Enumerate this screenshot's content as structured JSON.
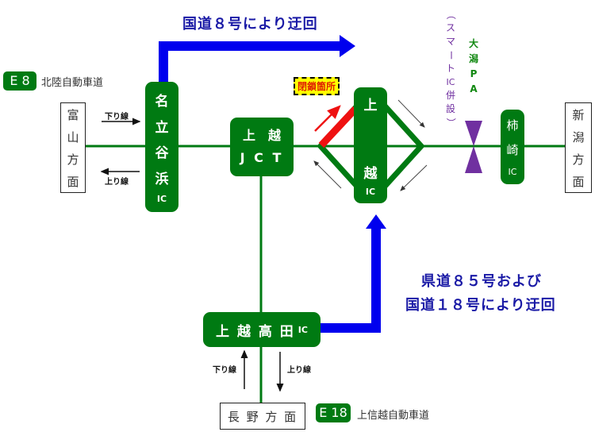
{
  "colors": {
    "road": "#007a12",
    "detour": "#0000ee",
    "closed_segment": "#ee1111",
    "pa_symbol": "#7030a0",
    "detour_text": "#1a1aa6"
  },
  "expressways": {
    "e8": {
      "badge": "E 8",
      "name": "北陸自動車道"
    },
    "e18": {
      "badge": "E 18",
      "name": "上信越自動車道"
    }
  },
  "destinations": {
    "toyama": [
      "富",
      "山",
      "方",
      "面"
    ],
    "niigata": [
      "新",
      "潟",
      "方",
      "面"
    ],
    "nagano": "長 野 方 面"
  },
  "interchanges": {
    "nadachi": {
      "chars": [
        "名",
        "立",
        "谷",
        "浜"
      ],
      "suffix": "IC"
    },
    "joetsu_jct": {
      "line1": "上　越",
      "line2": "J C T"
    },
    "joetsu_ic": {
      "top": "上",
      "bottom": "越",
      "suffix": "IC"
    },
    "kakizaki": {
      "chars": [
        "柿",
        "崎"
      ],
      "suffix": "IC"
    },
    "joetsu_takada": {
      "name": "上 越 高 田",
      "suffix": "IC"
    }
  },
  "parking_area": {
    "name": [
      "大",
      "潟",
      "P",
      "A"
    ],
    "note": [
      "（",
      "ス",
      "マ",
      "ー",
      "ト",
      "IC",
      "併",
      "設",
      "）"
    ]
  },
  "lanes": {
    "down": "下り線",
    "up": "上り線"
  },
  "closure_label": "閉鎖箇所",
  "detours": {
    "route8": "国道８号により迂回",
    "route85_line1": "県道８５号および",
    "route85_line2": "国道１８号により迂回"
  }
}
